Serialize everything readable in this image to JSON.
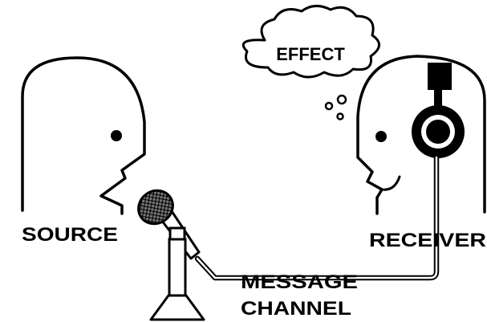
{
  "labels": {
    "effect": "EFFECT",
    "source": "SOURCE",
    "receiver": "RECEIVER",
    "message": "MESSAGE",
    "channel": "CHANNEL"
  },
  "colors": {
    "ink": "#000000",
    "paper": "#ffffff",
    "mic_head": "#808080"
  },
  "icons": {
    "source_head": "speaking-head-icon",
    "receiver_head": "listening-head-icon",
    "microphone": "microphone-icon",
    "headphones": "headphones-icon",
    "thought_cloud": "thought-cloud-icon"
  }
}
